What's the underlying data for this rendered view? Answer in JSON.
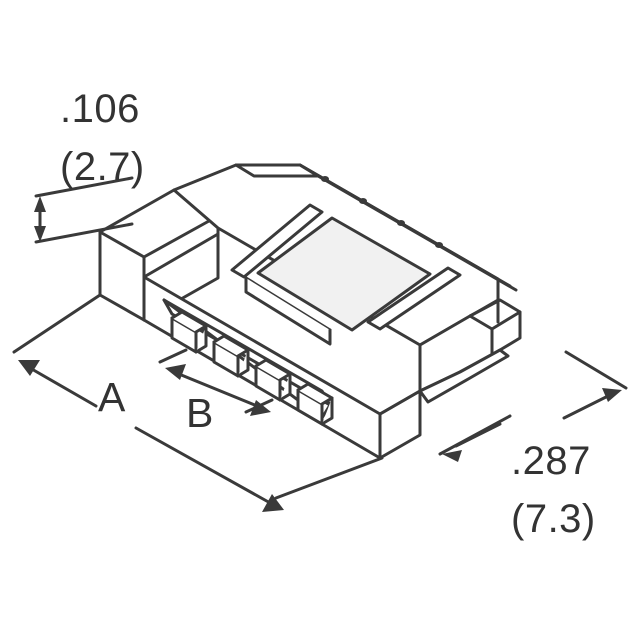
{
  "drawing": {
    "title": "connector-isometric-dimensional-drawing",
    "subject": "FPC/FFC connector isometric view with dimensions",
    "colors": {
      "line": "#3a3a3a",
      "background": "#ffffff",
      "panel_fill": "#f1f1f1",
      "face_fill": "#ffffff",
      "text": "#333333"
    },
    "line_weight": "3"
  },
  "dimensions": {
    "height": {
      "name": "overall-height",
      "inches": ".106",
      "millimeters": "(2.7)",
      "orientation": "vertical",
      "arrow_style": "double-ended"
    },
    "depth": {
      "name": "overall-depth",
      "inches": ".287",
      "millimeters": "(7.3)",
      "orientation": "diagonal",
      "arrow_style": "double-ended-outward"
    },
    "length": {
      "name": "overall-length-variable",
      "label": "A",
      "orientation": "diagonal",
      "arrow_style": "double-ended"
    },
    "pitch_span": {
      "name": "contact-span-variable",
      "label": "B",
      "orientation": "diagonal",
      "arrow_style": "double-ended"
    }
  }
}
